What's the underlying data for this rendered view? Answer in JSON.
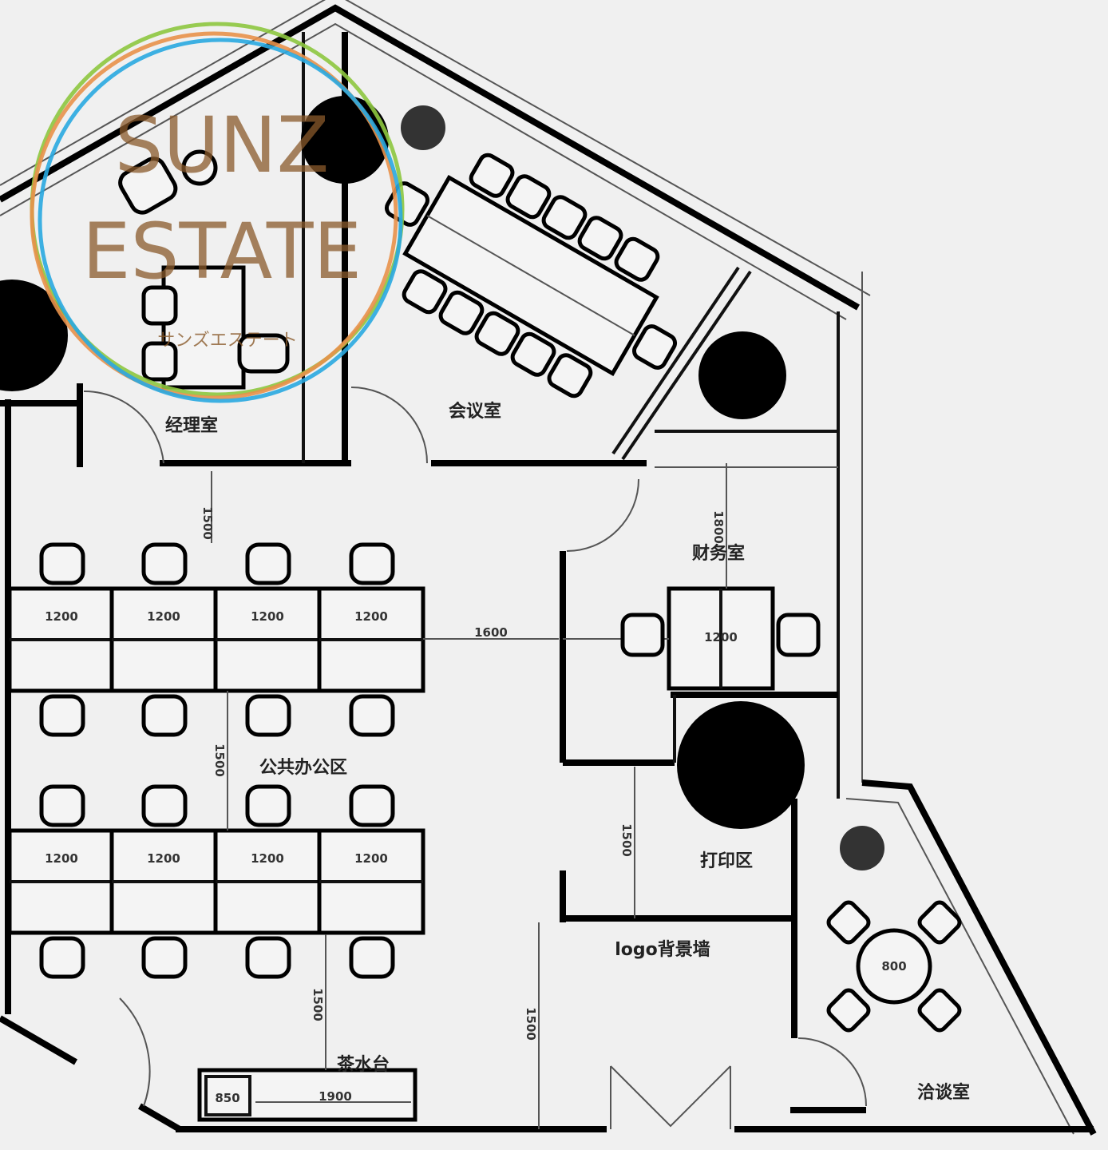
{
  "logo": {
    "line1": "SUNZ",
    "line2": "ESTATE",
    "kana": "サンズエステート",
    "colors": {
      "green": "#8dc63f",
      "orange": "#e8914a",
      "blue": "#29a9e0",
      "text": "#8a5a2b"
    }
  },
  "rooms": {
    "manager": "经理室",
    "meeting": "会议室",
    "finance": "财务室",
    "open_office": "公共办公区",
    "print": "打印区",
    "logo_wall": "logo背景墙",
    "tea": "茶水台",
    "negotiation": "洽谈室"
  },
  "dimensions": {
    "desk_row1": [
      "1200",
      "1200",
      "1200",
      "1200"
    ],
    "desk_row2": [
      "1200",
      "1200",
      "1200",
      "1200"
    ],
    "aisle_top": "1500",
    "aisle_mid": "1500",
    "aisle_bottom": "1500",
    "to_finance": "1600",
    "finance_front": "1800",
    "finance_desk": "1200",
    "print_aisle": "1500",
    "entry_aisle": "1500",
    "tea_counter": "1900",
    "fridge": "850",
    "round_table": "800"
  }
}
